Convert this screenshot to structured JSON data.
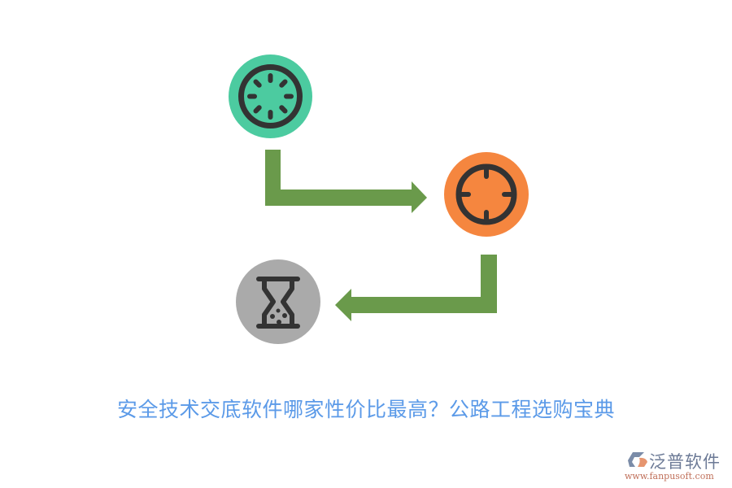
{
  "diagram": {
    "nodes": [
      {
        "id": "step-1",
        "icon": "loading-spinner-icon",
        "color": "#4ccba0"
      },
      {
        "id": "step-2",
        "icon": "crosshair-target-icon",
        "color": "#f5863f"
      },
      {
        "id": "step-3",
        "icon": "hourglass-icon",
        "color": "#aaaaaa"
      }
    ],
    "arrows": [
      {
        "from": "step-1",
        "to": "step-2",
        "color": "#6a9a4b"
      },
      {
        "from": "step-2",
        "to": "step-3",
        "color": "#6a9a4b"
      }
    ],
    "icon_stroke_color": "#333333"
  },
  "title": {
    "text": "安全技术交底软件哪家性价比最高？公路工程选购宝典",
    "color": "#5b9ae8"
  },
  "logo": {
    "name": "泛普软件",
    "url": "www.fanpusoft.com"
  }
}
